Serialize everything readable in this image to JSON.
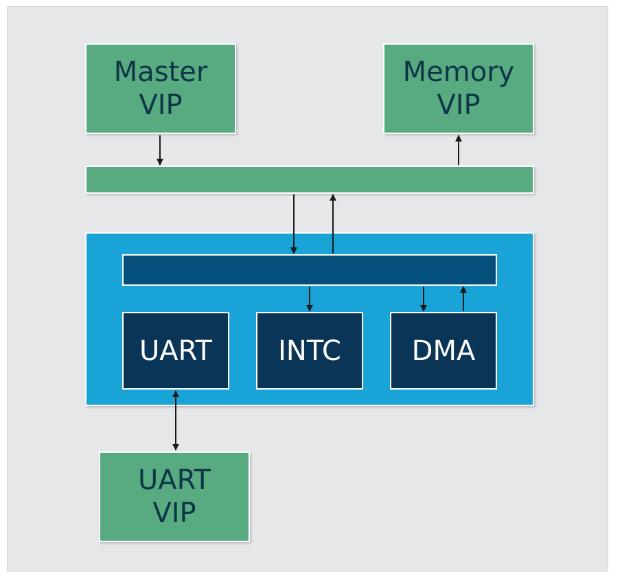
{
  "blocks": {
    "master_vip": {
      "line1": "Master",
      "line2": "VIP"
    },
    "memory_vip": {
      "line1": "Memory",
      "line2": "VIP"
    },
    "uart_vip": {
      "line1": "UART",
      "line2": "VIP"
    },
    "uart": "UART",
    "intc": "INTC",
    "dma": "DMA"
  },
  "colors": {
    "vip_green": "#58ab80",
    "dut_blue": "#1aa3d6",
    "inner_bus_blue": "#054f7d",
    "peripheral_navy": "#0a3556",
    "vip_text": "#0e3546",
    "background": "#e6e7e8",
    "arrow": "#1a1a1a"
  }
}
